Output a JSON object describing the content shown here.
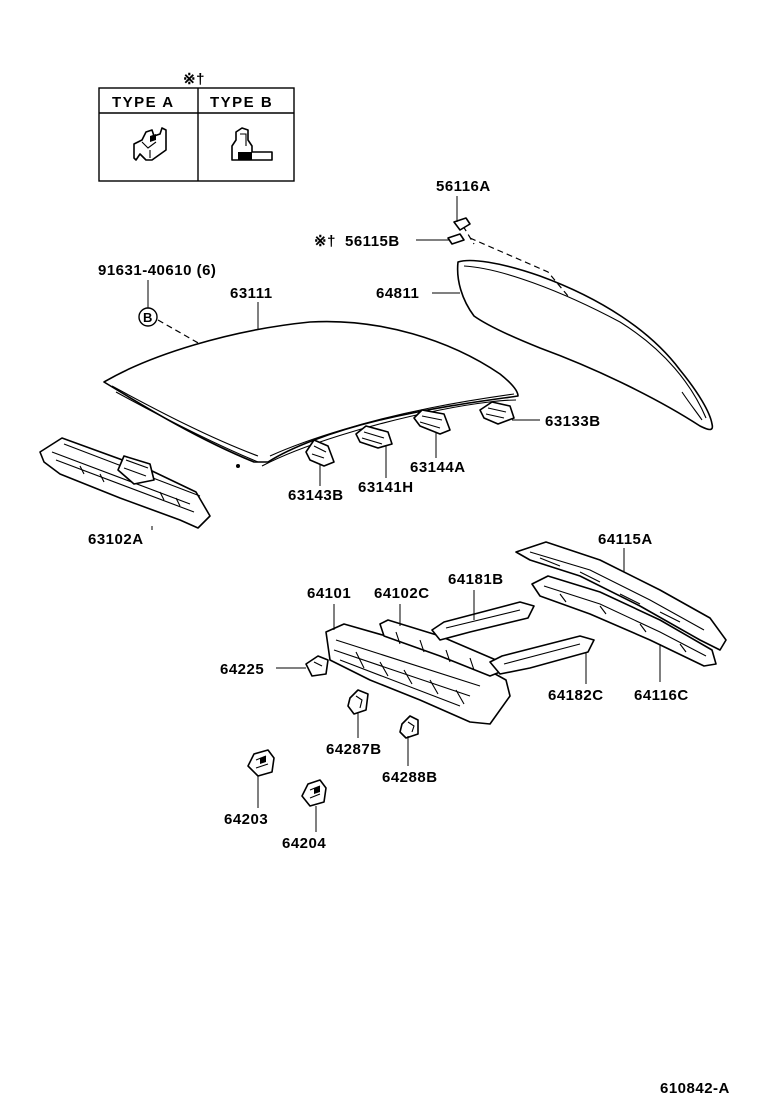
{
  "legend": {
    "note_mark": "※†",
    "type_a": "TYPE A",
    "type_b": "TYPE B"
  },
  "labels": {
    "p56116a": "56116A",
    "p56115b": "56115B",
    "p56115b_mark": "※†",
    "p91631": "91631-40610 (6)",
    "b_circle": "B",
    "p63111": "63111",
    "p64811": "64811",
    "p63133b": "63133B",
    "p63144a": "63144A",
    "p63141h": "63141H",
    "p63143b": "63143B",
    "p63102a": "63102A",
    "p64115a": "64115A",
    "p64101": "64101",
    "p64102c": "64102C",
    "p64181b": "64181B",
    "p64225": "64225",
    "p64182c": "64182C",
    "p64116c": "64116C",
    "p64287b": "64287B",
    "p64288b": "64288B",
    "p64203": "64203",
    "p64204": "64204",
    "figure_code": "610842-A"
  }
}
